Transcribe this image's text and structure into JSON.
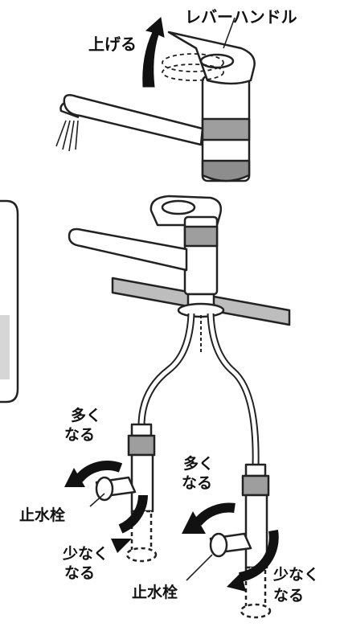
{
  "labels": {
    "lever_handle": "レバーハンドル",
    "raise": "上げる",
    "more_left_1": "多く",
    "more_left_2": "なる",
    "more_right_1": "多く",
    "more_right_2": "なる",
    "stop_valve_left": "止水栓",
    "stop_valve_right": "止水栓",
    "less_left_1": "少なく",
    "less_left_2": "なる",
    "less_right_1": "少なく",
    "less_right_2": "なる"
  }
}
